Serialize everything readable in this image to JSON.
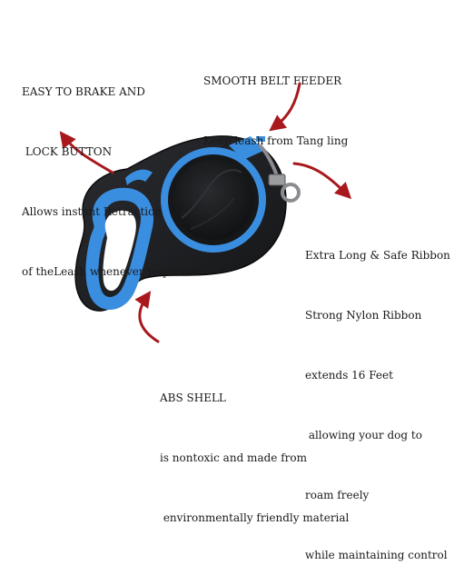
{
  "callouts": {
    "brake": {
      "lines": [
        "EASY TO BRAKE AND",
        " LOCK BUTTON",
        "Allows instant Retraction",
        "of theLeash whenever required"
      ]
    },
    "belt": {
      "lines": [
        "SMOOTH BELT FEEDER",
        "Keep leash from Tang ling"
      ]
    },
    "ribbon": {
      "lines": [
        "Extra Long & Safe Ribbon",
        "Strong Nylon Ribbon",
        "extends 16 Feet",
        " allowing your dog to",
        "roam freely",
        "while maintaining control"
      ]
    },
    "shell": {
      "lines": [
        "ABS SHELL",
        "is nontoxic and made from",
        " environmentally friendly material"
      ]
    }
  },
  "colors": {
    "arrow": "#a8181c",
    "accent_blue": "#3a8ee0",
    "body_black": "#1b1c1e"
  },
  "product_image": {
    "subject": "retractable dog leash"
  }
}
